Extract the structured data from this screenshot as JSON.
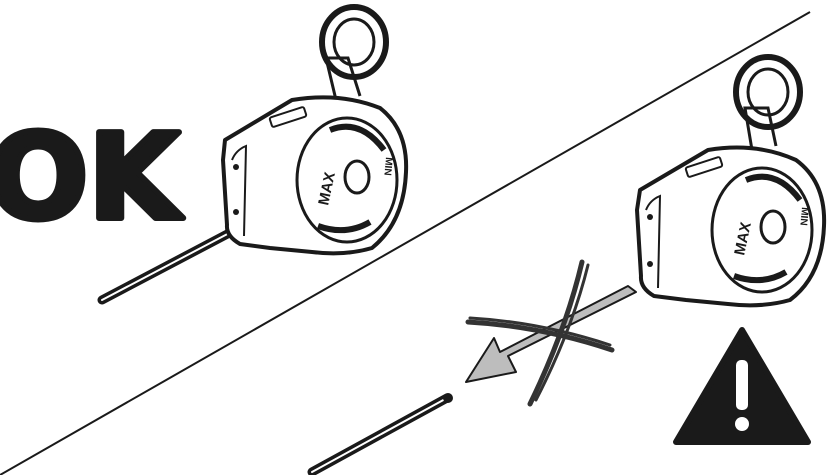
{
  "ok_label": "OK",
  "device_ok": {
    "max_label": "MAX",
    "min_label": "MIN"
  },
  "device_wrong": {
    "max_label": "MAX",
    "min_label": "MIN"
  },
  "warning_symbol": "!",
  "colors": {
    "ink": "#1a1a1a",
    "arrow_fill": "#bdbdbd",
    "device_fill": "#ffffff",
    "background": "#ffffff"
  }
}
